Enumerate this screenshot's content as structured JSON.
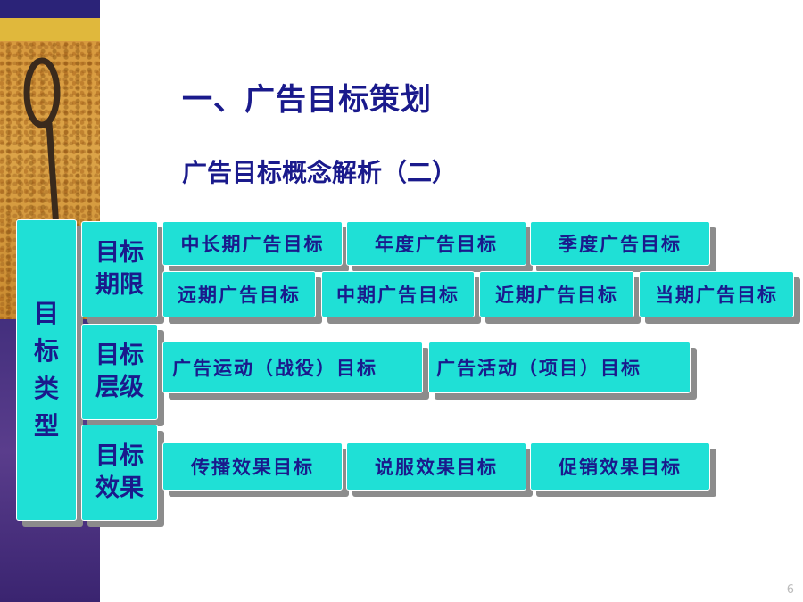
{
  "title": "一、广告目标策划",
  "subtitle": "广告目标概念解析（二）",
  "root_label": "目标类型",
  "categories": [
    {
      "label_line1": "目标",
      "label_line2": "期限",
      "items": [
        "中长期广告目标",
        "年度广告目标",
        "季度广告目标",
        "远期广告目标",
        "中期广告目标",
        "近期广告目标",
        "当期广告目标"
      ]
    },
    {
      "label_line1": "目标",
      "label_line2": "层级",
      "items": [
        "广告运动（战役）目标",
        "广告活动（项目）目标"
      ]
    },
    {
      "label_line1": "目标",
      "label_line2": "效果",
      "items": [
        "传播效果目标",
        "说服效果目标",
        "促销效果目标"
      ]
    }
  ],
  "page_number": "6",
  "colors": {
    "box": "#1fe0d6",
    "text": "#1a1a8c",
    "shadow": "#8c8c8c"
  }
}
